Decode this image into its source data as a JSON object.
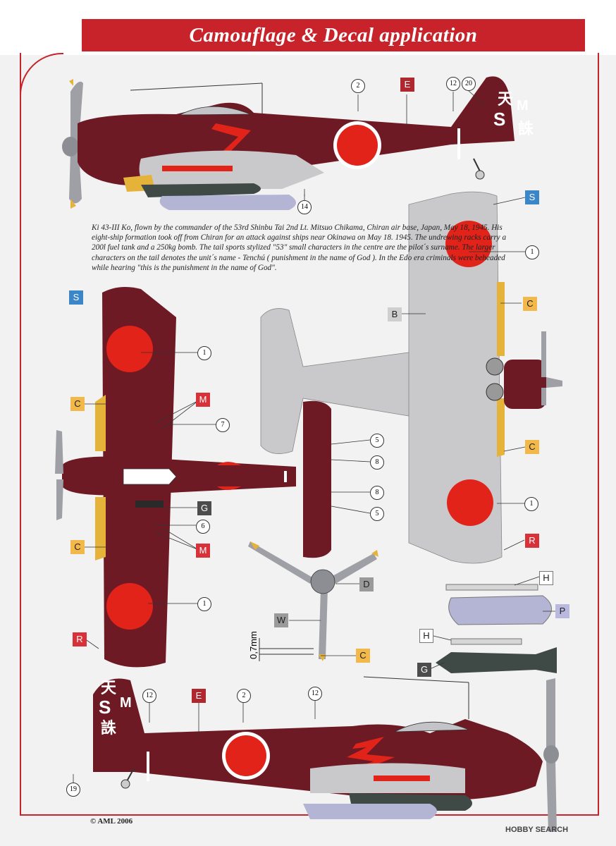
{
  "title": "Camouflage & Decal application",
  "description": "Ki 43-III Ko, flown by the commander of the 53rd Shinbu Tai 2nd Lt. Mitsuo Chikama, Chiran air base, Japan, May 18, 1945. His eight-ship formation took off from Chiran for an attack against ships near Okinawa  on May 18. 1945. The undrewing racks carry a 200l fuel tank and a 250kg bomb. The tail sports stylized \"53\" small characters in the centre are the pilot´s surname. The larger characters on the  tail denotes the unit´s name - Tenchú ( punishment in the name of God ). In the Edo era criminals were beheaded while hearing \"this is the punishment in the name of God\".",
  "copyright": "© AML 2006",
  "watermark": "HOBBY SEARCH",
  "dimension": "0,7mm",
  "callouts": {
    "n1": "1",
    "n2": "2",
    "n5": "5",
    "n6": "6",
    "n7": "7",
    "n8": "8",
    "n12": "12",
    "n14": "14",
    "n19": "19",
    "n20": "20"
  },
  "letters": {
    "E": "E",
    "S": "S",
    "B": "B",
    "C": "C",
    "M": "M",
    "G": "G",
    "R": "R",
    "D": "D",
    "W": "W",
    "H": "H",
    "P": "P"
  },
  "colors": {
    "banner": "#c8222a",
    "hull": "#6e1a24",
    "hinomaru": "#e2231a",
    "light_grey": "#c9c9cc",
    "ochre": "#e6b33a",
    "tank": "#b4b4d4",
    "S": "#3a86c8",
    "B": "#cfcfcf",
    "C": "#f2b94a",
    "M": "#d9313a",
    "G": "#4c4c4c",
    "R": "#d9313a",
    "D": "#9a9a9a",
    "W": "#9a9a9a",
    "H": "#ffffff",
    "P": "#b9b9e0",
    "E": "#b0282e"
  }
}
